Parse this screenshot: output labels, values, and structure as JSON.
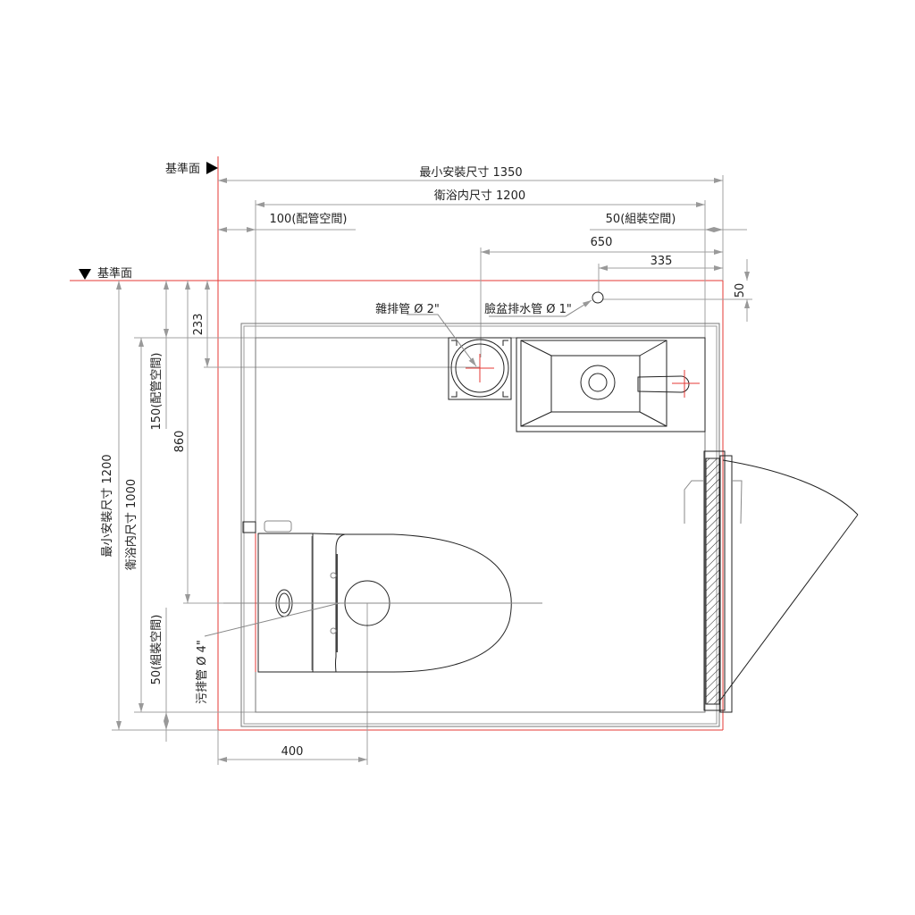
{
  "reference": {
    "label_top": "基準面",
    "label_left": "基準面"
  },
  "dimensions": {
    "min_install_width": "最小安裝尺寸 1350",
    "inner_width": "衛浴内尺寸 1200",
    "pipe_space_left": "100(配管空間)",
    "assembly_space_right": "50(組裝空間)",
    "sink_drain_x": "650",
    "sink_pipe_x": "335",
    "sink_pipe_y": "50",
    "min_install_depth": "最小安裝尺寸 1200",
    "inner_depth": "衛浴内尺寸 1000",
    "pipe_space_top": "150(配管空間)",
    "toilet_drain_y": "860",
    "floor_drain_y": "233",
    "assembly_space_bottom": "50(組裝空間)",
    "toilet_drain_x": "400"
  },
  "labels": {
    "floor_drain": "雜排管 Ø 2\"",
    "sink_drain": "臉盆排水管 Ø 1\"",
    "toilet_drain": "污排管 Ø 4\""
  },
  "colors": {
    "reference_line": "#e53935",
    "dimension_line": "#a0a0a0",
    "outline": "#222222"
  }
}
